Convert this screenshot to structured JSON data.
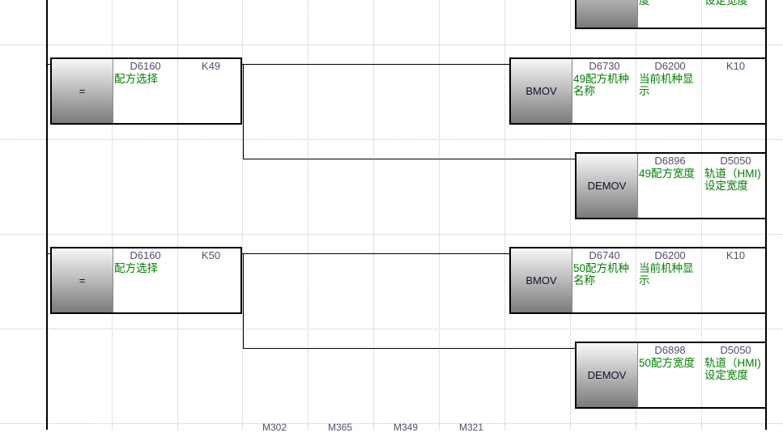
{
  "top_partial": {
    "comment1": "度",
    "comment2": "设定宽度"
  },
  "rungs": [
    {
      "compare": {
        "op": "=",
        "dev1": "D6160",
        "cmt1": "配方选择",
        "dev2": "K49"
      },
      "bmov": {
        "op": "BMOV",
        "dev1": "D6730",
        "cmt1": "49配方机种名称",
        "dev2": "D6200",
        "cmt2": "当前机种显示",
        "dev3": "K10"
      },
      "demov": {
        "op": "DEMOV",
        "dev1": "D6896",
        "cmt1": "49配方宽度",
        "dev2": "D5050",
        "cmt2": "轨道（HMI)设定宽度"
      }
    },
    {
      "compare": {
        "op": "=",
        "dev1": "D6160",
        "cmt1": "配方选择",
        "dev2": "K50"
      },
      "bmov": {
        "op": "BMOV",
        "dev1": "D6740",
        "cmt1": "50配方机种名称",
        "dev2": "D6200",
        "cmt2": "当前机种显示",
        "dev3": "K10"
      },
      "demov": {
        "op": "DEMOV",
        "dev1": "D6898",
        "cmt1": "50配方宽度",
        "dev2": "D5050",
        "cmt2": "轨道（HMI)设定宽度"
      }
    }
  ],
  "next_rung_devices": [
    "M302",
    "M365",
    "M349",
    "M321"
  ]
}
